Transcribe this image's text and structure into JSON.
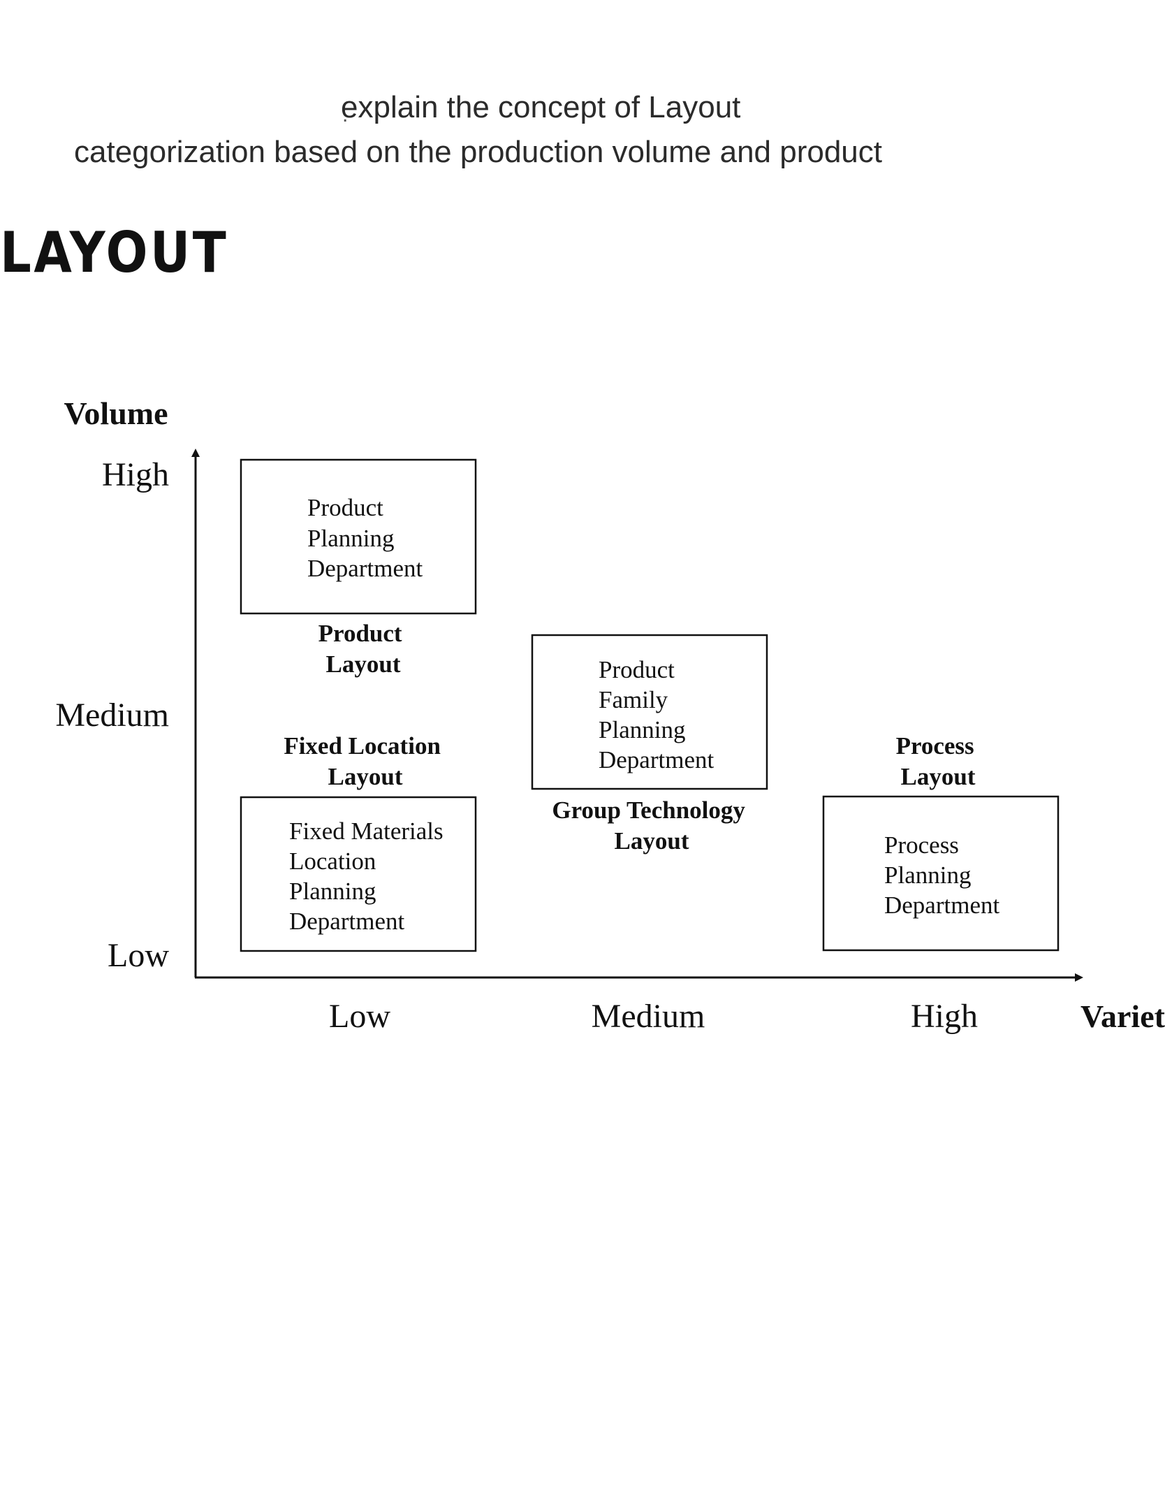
{
  "question": {
    "line1": "explain the concept of Layout",
    "line2": "categorization based on the production volume and product"
  },
  "heading": "LAYOUT",
  "diagram": {
    "y_axis_title": "Volume",
    "x_axis_title": "Variety",
    "y_levels": [
      "High",
      "Medium",
      "Low"
    ],
    "x_levels": [
      "Low",
      "Medium",
      "High"
    ],
    "boxes": [
      {
        "lines": [
          "Product",
          "Planning",
          "Department"
        ]
      },
      {
        "lines": [
          "Product",
          "Family",
          "Planning",
          "Department"
        ]
      },
      {
        "lines": [
          "Fixed Materials",
          "Location",
          "Planning",
          "Department"
        ]
      },
      {
        "lines": [
          "Process",
          "Planning",
          "Department"
        ]
      }
    ],
    "layout_labels": [
      {
        "lines": [
          "Product",
          "Layout"
        ]
      },
      {
        "lines": [
          "Fixed Location",
          "Layout"
        ]
      },
      {
        "lines": [
          "Group Technology",
          "Layout"
        ]
      },
      {
        "lines": [
          "Process",
          "Layout"
        ]
      }
    ]
  }
}
